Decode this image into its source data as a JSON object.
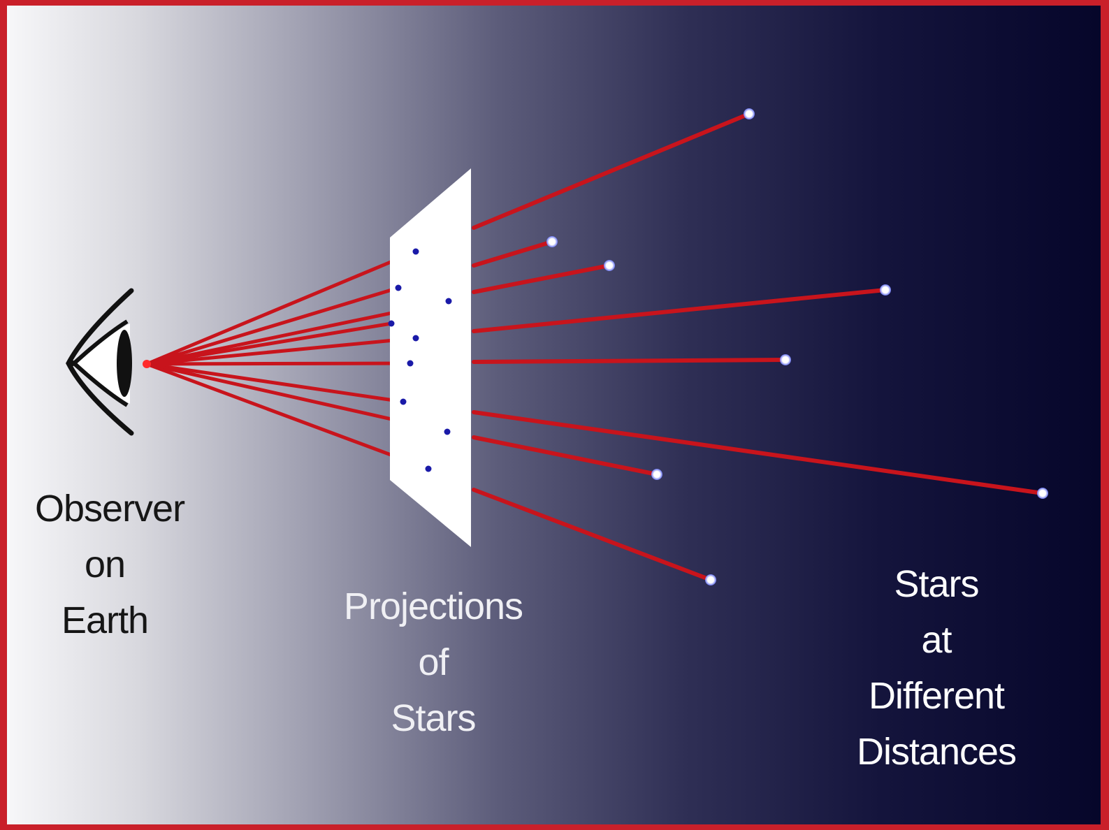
{
  "labels": {
    "observer": [
      "Observer",
      "on",
      "Earth"
    ],
    "projections": [
      "Projections",
      "of",
      "Stars"
    ],
    "stars": [
      "Stars",
      "at",
      "Different Distances"
    ]
  },
  "colors": {
    "frame_border": "#c9202a",
    "sight_line": "#c8141c",
    "projection_plane": "#ffffff",
    "projected_star": "#1a1aa8",
    "star": "#ffffff",
    "star_glow": "#6f7cff"
  },
  "icons": {
    "observer": "eye-icon",
    "plane": "projection-plane",
    "star": "star-dot"
  },
  "star_count": 9
}
